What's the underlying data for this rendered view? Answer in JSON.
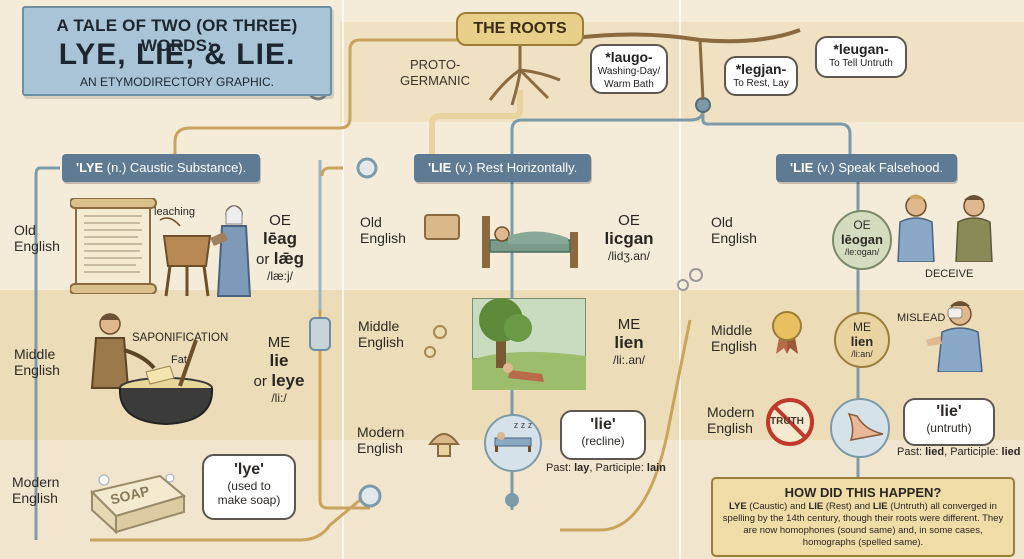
{
  "title": {
    "line1": "A TALE OF TWO (OR THREE) WORDS:",
    "line2": "LYE, LIE, & LIE.",
    "line3": "AN ETYMODIRECTORY GRAPHIC."
  },
  "roots": {
    "label": "THE ROOTS",
    "proto_line1": "PROTO-",
    "proto_line2": "GERMANIC",
    "laugo_word": "*laugo-",
    "laugo_gloss1": "Washing-Day/",
    "laugo_gloss2": "Warm Bath",
    "legjan_word": "*legjan-",
    "legjan_gloss": "To Rest, Lay",
    "leugan_word": "*leugan-",
    "leugan_gloss": "To Tell Untruth"
  },
  "rows": {
    "old": [
      "Old",
      "English"
    ],
    "middle": [
      "Middle",
      "English"
    ],
    "modern": [
      "Modern",
      "English"
    ]
  },
  "col1": {
    "header_word": "'LYE",
    "header_rest": " (n.) Caustic Substance).",
    "leaching": "leaching",
    "oe_lang": "OE",
    "oe_form1": "lēag",
    "oe_or": "or",
    "oe_form2": "lǣg",
    "oe_ipa": "/læ:j/",
    "saponification": "SAPONIFICATION",
    "fat": "Fat",
    "me_lang": "ME",
    "me_form1": "lie",
    "me_or": "or",
    "me_form2": "leye",
    "me_ipa": "/li:/",
    "soap_text": "SOAP",
    "modern_word": "'lye'",
    "modern_gloss1": "(used to",
    "modern_gloss2": "make soap)"
  },
  "col2": {
    "header_word": "'LIE",
    "header_rest": " (v.) Rest Horizontally.",
    "oe_lang": "OE",
    "oe_form": "licgan",
    "oe_ipa": "/lidʒ.an/",
    "me_lang": "ME",
    "me_form": "lien",
    "me_ipa": "/li:.an/",
    "zzz": "z z z",
    "modern_word": "'lie'",
    "modern_gloss": "(recline)",
    "past_label1": "Past: ",
    "past_value": "lay",
    "past_label2": ", Participle: ",
    "participle_value": "lain"
  },
  "col3": {
    "header_word": "'LIE",
    "header_rest": " (v.) Speak Falsehood.",
    "oe_lang": "OE",
    "oe_form": "lēogan",
    "oe_ipa": "/le:ogan/",
    "deceive": "DECEIVE",
    "mislead": "MISLEAD",
    "me_lang": "ME",
    "me_form": "lien",
    "me_ipa": "/li:an/",
    "truth": "TRUTH",
    "modern_word": "'lie'",
    "modern_gloss": "(untruth)",
    "past_label1": "Past: ",
    "past_value": "lied",
    "past_label2": ", Participle: ",
    "participle_value": "lied"
  },
  "info": {
    "heading": "HOW DID THIS HAPPEN?",
    "b1": "LYE",
    "t1": " (Caustic) and ",
    "b2": "LIE",
    "t2": " (Rest) and ",
    "b3": "LIE",
    "t3": " (Untruth) all converged in spelling by the 14th century, though their roots were different. They are now homophones (sound same) and, in some cases, homographs (spelled same)."
  },
  "colors": {
    "background": "#f4ecd9",
    "band": "#ecdcb8",
    "header": "#5f7a93",
    "title_banner": "#a9c4d6",
    "path": "#c9a45c",
    "line": "#7d9aa9"
  }
}
